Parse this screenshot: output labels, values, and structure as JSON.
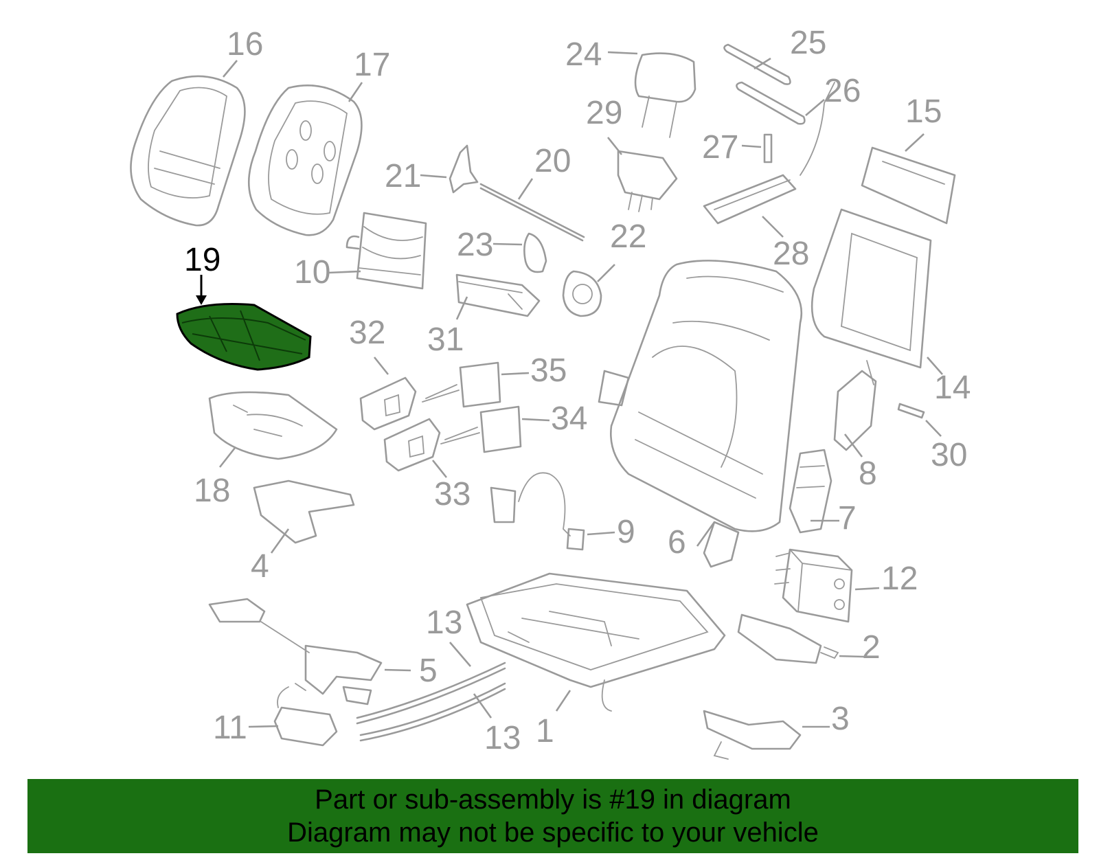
{
  "callouts": [
    {
      "id": "16",
      "label": "16"
    },
    {
      "id": "17",
      "label": "17"
    },
    {
      "id": "19",
      "label": "19"
    },
    {
      "id": "10",
      "label": "10"
    },
    {
      "id": "21",
      "label": "21"
    },
    {
      "id": "20",
      "label": "20"
    },
    {
      "id": "23",
      "label": "23"
    },
    {
      "id": "22",
      "label": "22"
    },
    {
      "id": "24",
      "label": "24"
    },
    {
      "id": "25",
      "label": "25"
    },
    {
      "id": "26",
      "label": "26"
    },
    {
      "id": "29",
      "label": "29"
    },
    {
      "id": "27",
      "label": "27"
    },
    {
      "id": "28",
      "label": "28"
    },
    {
      "id": "15",
      "label": "15"
    },
    {
      "id": "14",
      "label": "14"
    },
    {
      "id": "30",
      "label": "30"
    },
    {
      "id": "8",
      "label": "8"
    },
    {
      "id": "7",
      "label": "7"
    },
    {
      "id": "6",
      "label": "6"
    },
    {
      "id": "12",
      "label": "12"
    },
    {
      "id": "2",
      "label": "2"
    },
    {
      "id": "3",
      "label": "3"
    },
    {
      "id": "32",
      "label": "32"
    },
    {
      "id": "31",
      "label": "31"
    },
    {
      "id": "35",
      "label": "35"
    },
    {
      "id": "34",
      "label": "34"
    },
    {
      "id": "33",
      "label": "33"
    },
    {
      "id": "9",
      "label": "9"
    },
    {
      "id": "18",
      "label": "18"
    },
    {
      "id": "4",
      "label": "4"
    },
    {
      "id": "5",
      "label": "5"
    },
    {
      "id": "11",
      "label": "11"
    },
    {
      "id": "13a",
      "label": "13"
    },
    {
      "id": "13b",
      "label": "13"
    },
    {
      "id": "1",
      "label": "1"
    }
  ],
  "highlighted_part": "19",
  "colors": {
    "part_stroke": "#9a9a9a",
    "highlight_fill": "#1f6e18",
    "banner_bg": "#1a7012",
    "label_gray": "#9a9a9a"
  },
  "banner": {
    "line1": "Part or sub-assembly is #19 in diagram",
    "line2": "Diagram may not be specific to your vehicle"
  }
}
